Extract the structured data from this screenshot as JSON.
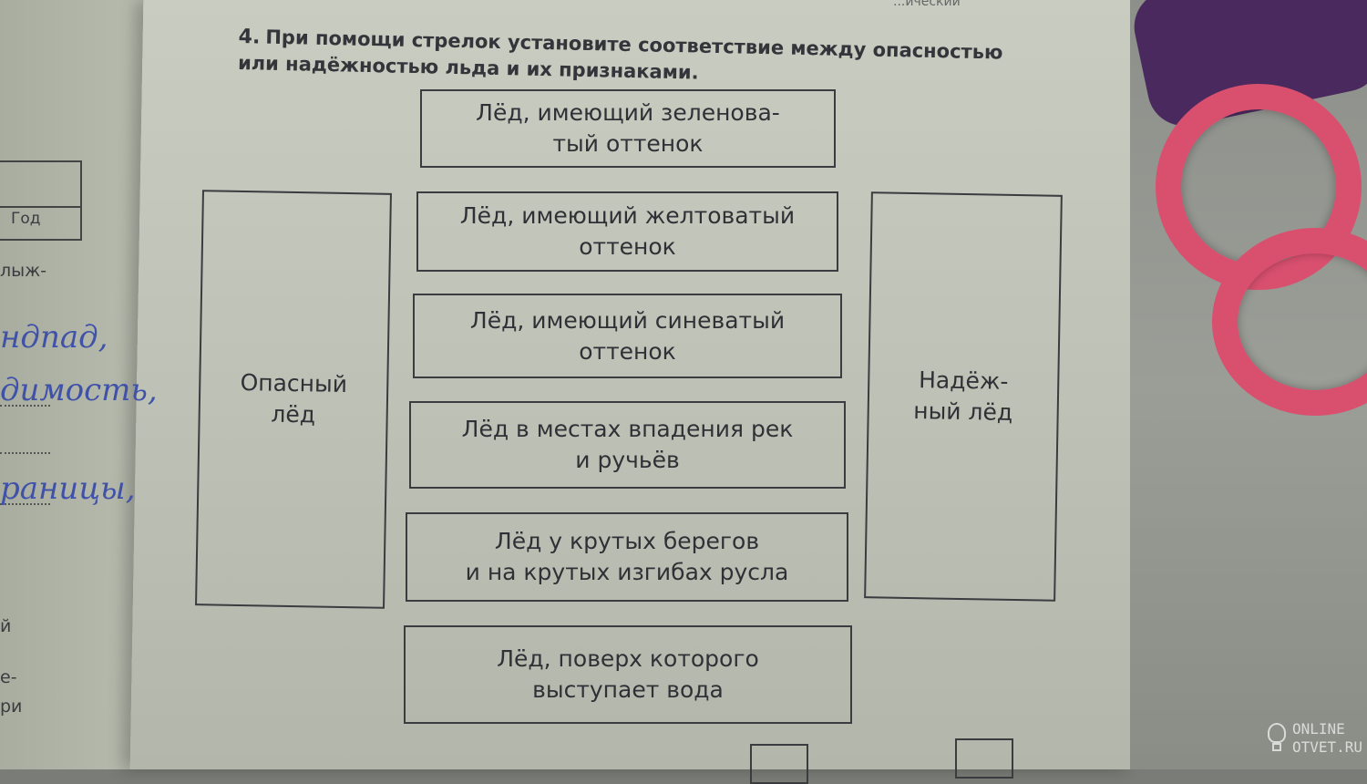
{
  "header_fragment": "...ический",
  "task": {
    "number": "4.",
    "text": "При помощи стрелок установите соответствие между опасностью или надёжностью льда и их признаками."
  },
  "categories": {
    "left": "Опасный\nлёд",
    "right": "Надёж-\nный лёд"
  },
  "signs": [
    "Лёд, имеющий зеленова-\nтый оттенок",
    "Лёд, имеющий желтоватый\nоттенок",
    "Лёд, имеющий синеватый\nоттенок",
    "Лёд в местах впадения рек\nи ручьёв",
    "Лёд у крутых берегов\nи на крутых изгибах русла",
    "Лёд, поверх которого\nвыступает вода"
  ],
  "left_page": {
    "year_label": "Год",
    "text_fragment": "лыж-",
    "handwriting": [
      "ндпад,",
      "димость,",
      "раницы,"
    ],
    "fragments": [
      "й",
      "е-",
      "ри"
    ]
  },
  "watermark": {
    "line1": "ONLINE",
    "line2": "OTVET.RU"
  },
  "colors": {
    "ink": "#2f3136",
    "handwriting": "#3f52a8",
    "rings": "#d9506f",
    "purple": "#4a2a5e"
  }
}
